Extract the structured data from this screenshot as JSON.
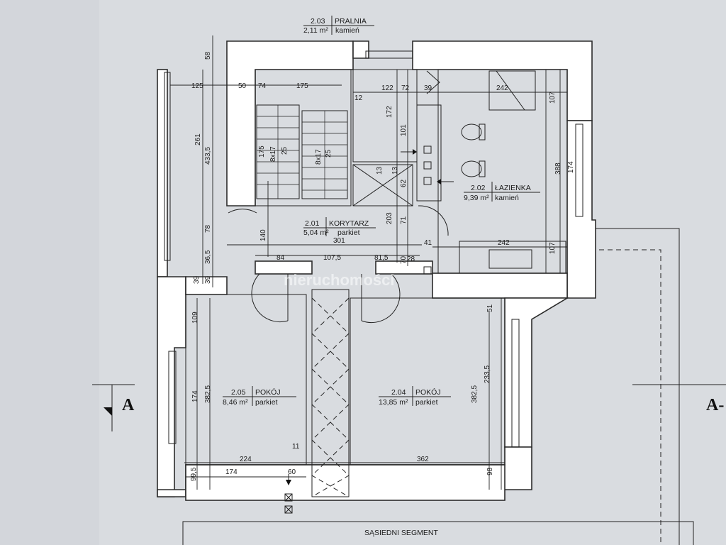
{
  "rooms": [
    {
      "id": "pralnia",
      "number": "2.03",
      "name": "PRALNIA",
      "area": "2,11 m²",
      "finish": "kamień"
    },
    {
      "id": "lazienka",
      "number": "2.02",
      "name": "ŁAZIENKA",
      "area": "9,39 m²",
      "finish": "kamień"
    },
    {
      "id": "korytarz",
      "number": "2.01",
      "name": "KORYTARZ",
      "area": "5,04 m²",
      "finish": "parkiet"
    },
    {
      "id": "pokoj-205",
      "number": "2.05",
      "name": "POKÓJ",
      "area": "8,46 m²",
      "finish": "parkiet"
    },
    {
      "id": "pokoj-204",
      "number": "2.04",
      "name": "POKÓJ",
      "area": "13,85 m²",
      "finish": "parkiet"
    }
  ],
  "dimensions": {
    "d58": "58",
    "d125": "125",
    "d50": "50",
    "d74": "74",
    "d175": "175",
    "d12": "12",
    "d122": "122",
    "d72": "72",
    "d39a": "39",
    "d242a": "242",
    "d107a": "107",
    "d4335": "433,5",
    "d261": "261",
    "d78": "78",
    "d365": "36,5",
    "d39b": "39",
    "d39c": "39",
    "d172": "172",
    "d101": "101",
    "d175v": "175",
    "d8x17a": "8x17",
    "d25a": "25",
    "d8x17b": "8x17",
    "d25b": "25",
    "d13a": "13",
    "d13b": "13",
    "d62": "62",
    "d388": "388",
    "d174a": "174",
    "d140": "140",
    "d203": "203",
    "d71": "71",
    "d301": "301",
    "d41": "41",
    "d242b": "242",
    "d107b": "107",
    "d84": "84",
    "d1075": "107,5",
    "d815": "81,5",
    "d70": "70",
    "d28": "28",
    "d109": "109",
    "d51": "51",
    "d174b": "174",
    "d3825a": "382,5",
    "d3825b": "382,5",
    "d2335": "233,5",
    "d224": "224",
    "d11": "11",
    "d362": "362",
    "d995": "99,5",
    "d174c": "174",
    "d60": "60",
    "d98": "98"
  },
  "section_marks": {
    "left": "A",
    "right": "A-"
  },
  "neighbor_label": "SĄSIEDNI SEGMENT",
  "watermark": "nieruchomości"
}
